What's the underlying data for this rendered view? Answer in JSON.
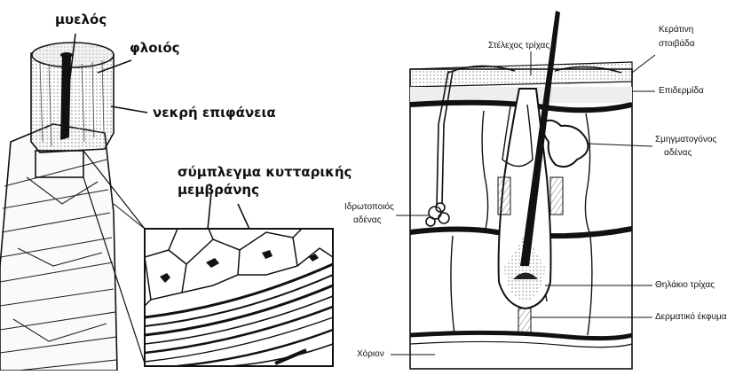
{
  "hair_strand": {
    "labels": {
      "medulla": "μυελός",
      "cortex": "φλοιός",
      "dead_surface": "νεκρή επιφάνεια",
      "membrane_line1": "σύμπλεγμα κυτταρικής",
      "membrane_line2": "μεμβράνης"
    }
  },
  "skin_section": {
    "labels": {
      "hair_shaft": "Στέλεχος τρίχας",
      "keratin_layer_line1": "Κεράτινη",
      "keratin_layer_line2": "στοιβάδα",
      "epidermis": "Επιδερμίδα",
      "sebaceous_gland_line1": "Σμηγματογόνος",
      "sebaceous_gland_line2": "αδένας",
      "sweat_gland_line1": "Ιδρωτοποιός",
      "sweat_gland_line2": "αδένας",
      "hair_follicle": "Θηλάκιο τρίχας",
      "dermal_papilla": "Δερματικό έκφυμα",
      "dermis": "Χόριον"
    }
  },
  "colors": {
    "ink": "#111111",
    "paper": "#ffffff",
    "stipple": "#d8d8d8"
  }
}
